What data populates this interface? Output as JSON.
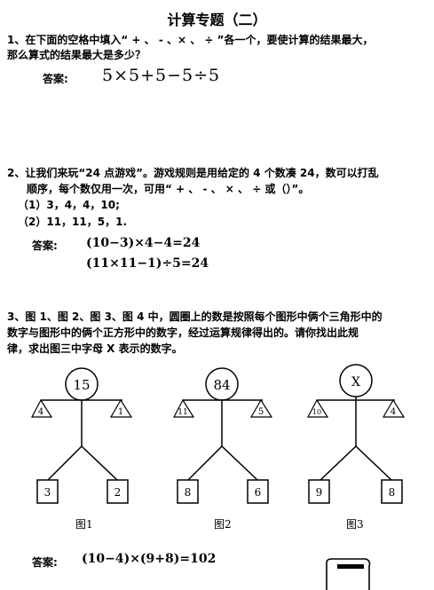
{
  "title": "计算专题（二）",
  "q1": {
    "line1": "1、在下面的空格中填入“ + 、 - 、× 、 ÷ ”各一个，要使计算的结果最大，",
    "line2": "那么算式的结果最大是多少？",
    "answer_label": "答案:",
    "answer": "5×5+5−5÷5"
  },
  "q2": {
    "line1": "2、让我们来玩“24 点游戏”。游戏规则是用给定的 4 个数凑 24，数可以打乱",
    "line2": "顺序，每个数仅用一次，可用“ + 、 - 、 × 、 ÷ 或（）”。",
    "item1": "（1）3，4，4，10;",
    "item2": "（2）11，11，5，1.",
    "answer_label": "答案:",
    "answer1": "(10−3)×4−4=24",
    "answer2": "(11×11−1)÷5=24"
  },
  "q3": {
    "line1": "3、图 1、图 2、图 3、图 4 中，圆圈上的数是按照每个图形中俩个三角形中的",
    "line2": "数字与图形中的俩个正方形中的数字，经过运算规律得出的。请你找出此规",
    "line3": "律，求出图三中字母 X 表示的数字。",
    "figures": [
      {
        "caption": "图1",
        "head": "15",
        "left_tri": "4",
        "right_tri": "1",
        "left_box": "3",
        "right_box": "2"
      },
      {
        "caption": "图2",
        "head": "84",
        "left_tri": "11",
        "right_tri": "5",
        "left_box": "8",
        "right_box": "6"
      },
      {
        "caption": "图3",
        "head": "X",
        "left_tri": "10",
        "right_tri": "4",
        "left_box": "9",
        "right_box": "8"
      }
    ],
    "answer_label": "答案:",
    "answer": "(10−4)×(9+8)=102"
  }
}
